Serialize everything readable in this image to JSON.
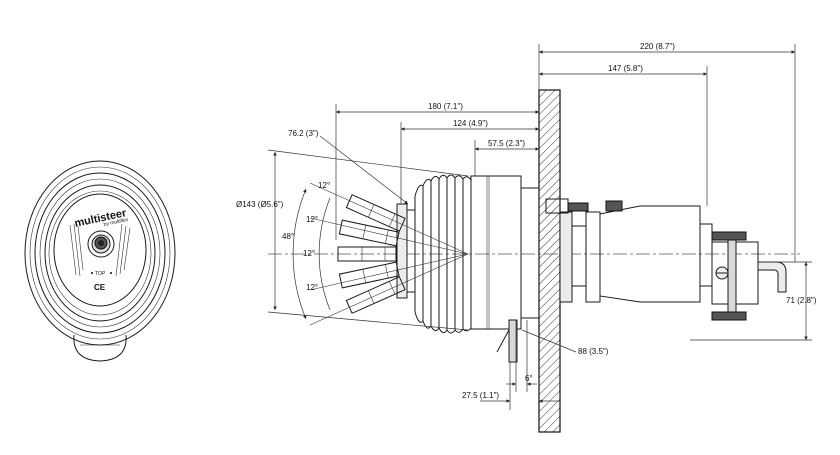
{
  "front_view": {
    "brand": "multisteer",
    "sub_brand": "by multiflex",
    "top_mark": "TOP",
    "ce_mark": "CE"
  },
  "dimensions": {
    "overall_length": "220 (8.7\")",
    "rear_length": "147 (5.8\")",
    "front_length": "180 (7.1\")",
    "bellows_length": "124 (4.9\")",
    "hub_depth": "57.5 (2.3\")",
    "hub_dia": "76.2 (3\")",
    "outer_dia": "Ø143 (Ø5.6\")",
    "cutout": "88 (3.5\")",
    "tilt": "6°",
    "panel_offset": "27.5 (1.1\")",
    "rear_height": "71 (2.8\")",
    "angle_total": "48°",
    "angle_steps": [
      "12°",
      "12°",
      "12°",
      "12°"
    ]
  }
}
